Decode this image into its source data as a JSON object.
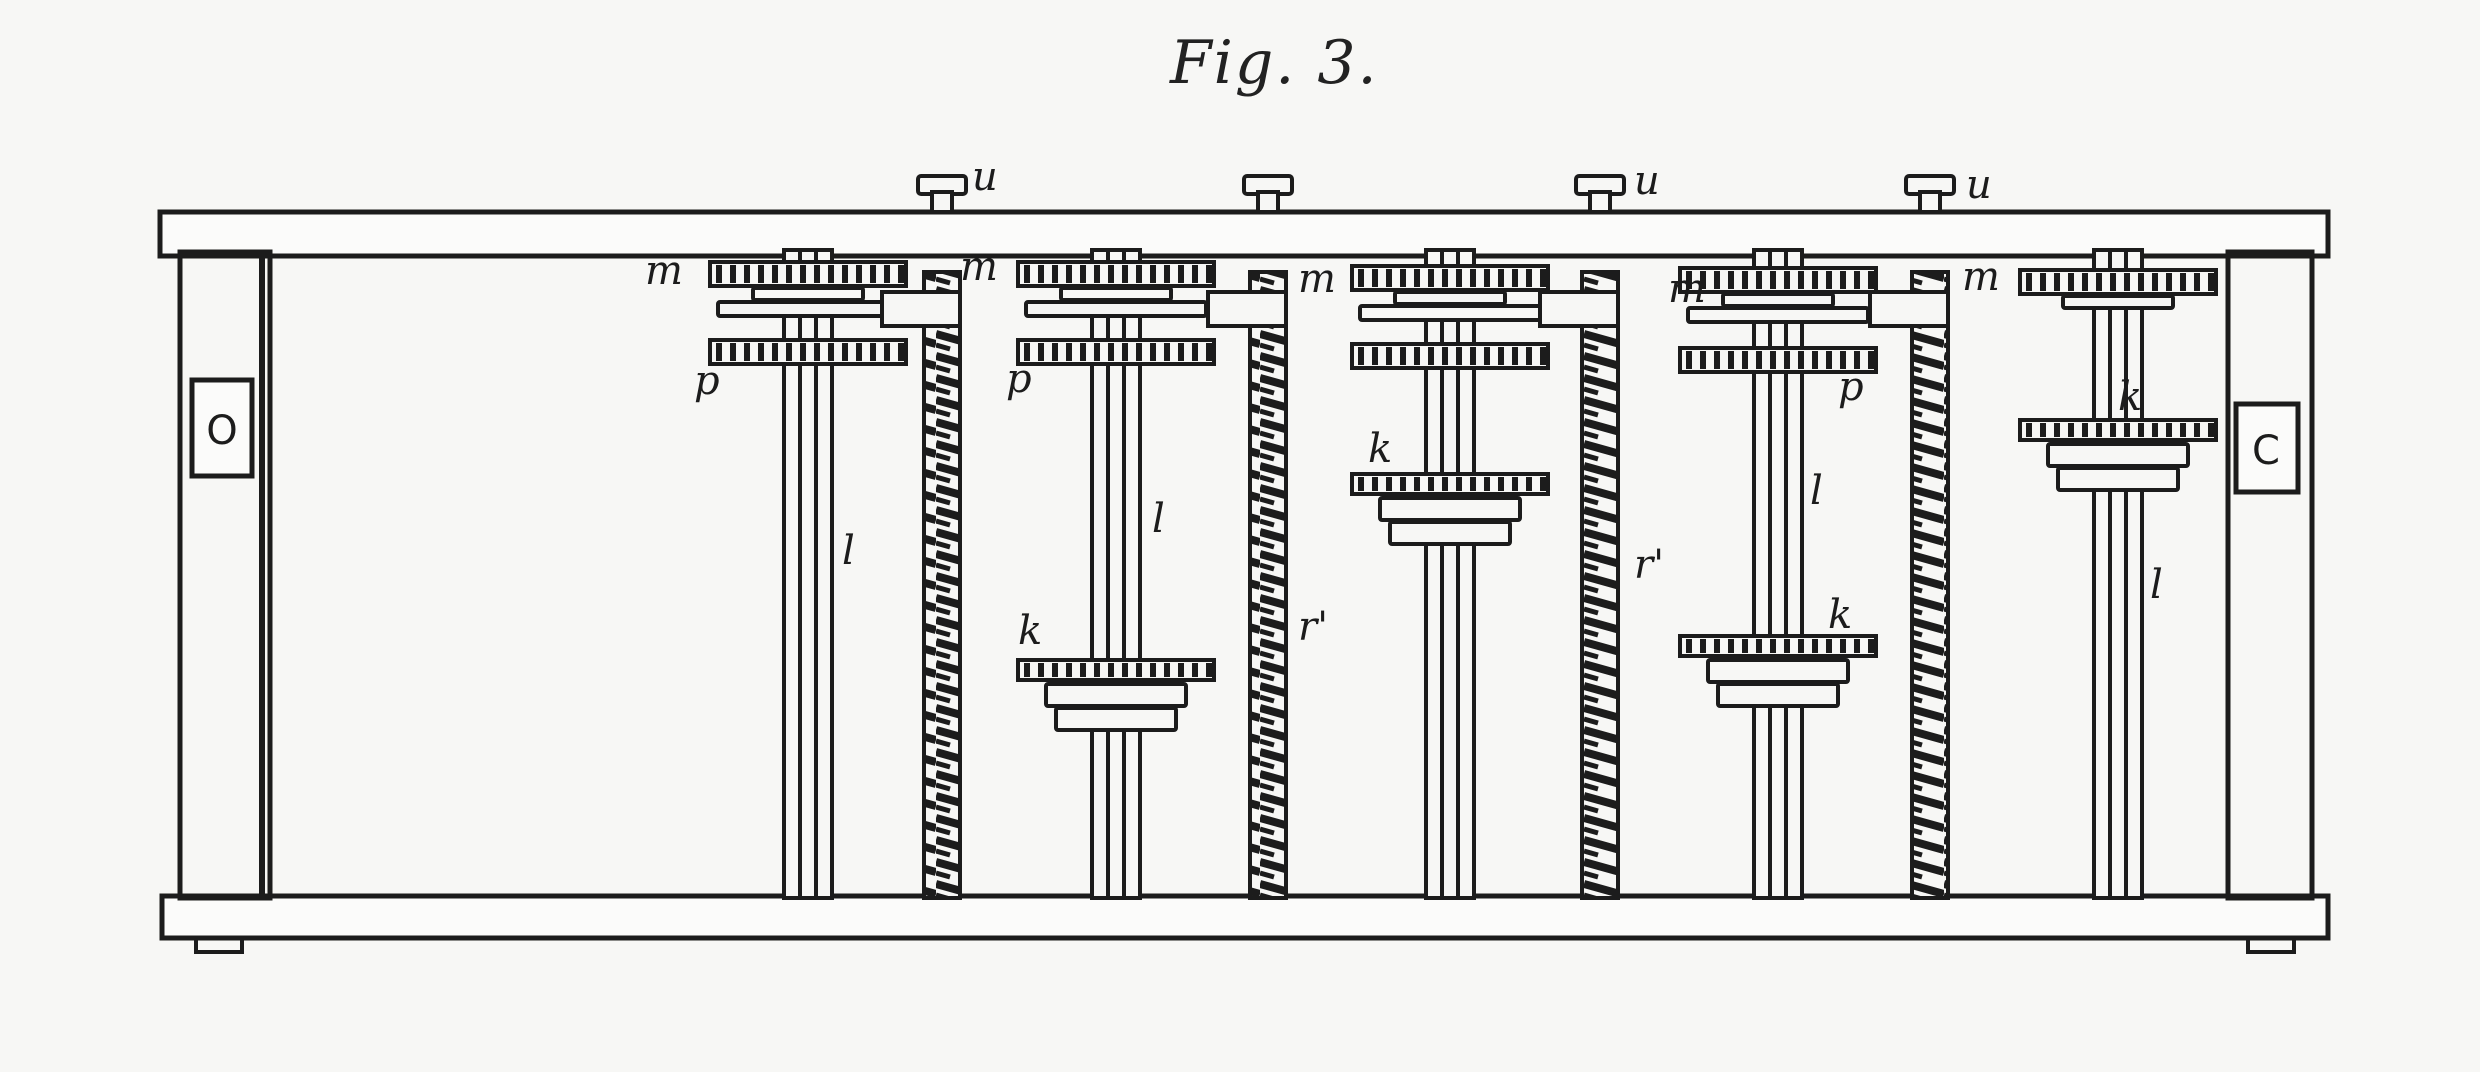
{
  "figure": {
    "title": "Fig. 3."
  },
  "frame": {
    "left_block_symbol": "O",
    "right_block_symbol": "C"
  },
  "labels": {
    "m": "m",
    "p": "p",
    "k": "k",
    "l": "l",
    "u": "u",
    "r": "r'"
  },
  "colors": {
    "ink": "#1c1c1c",
    "paper": "#f7f7f5"
  }
}
